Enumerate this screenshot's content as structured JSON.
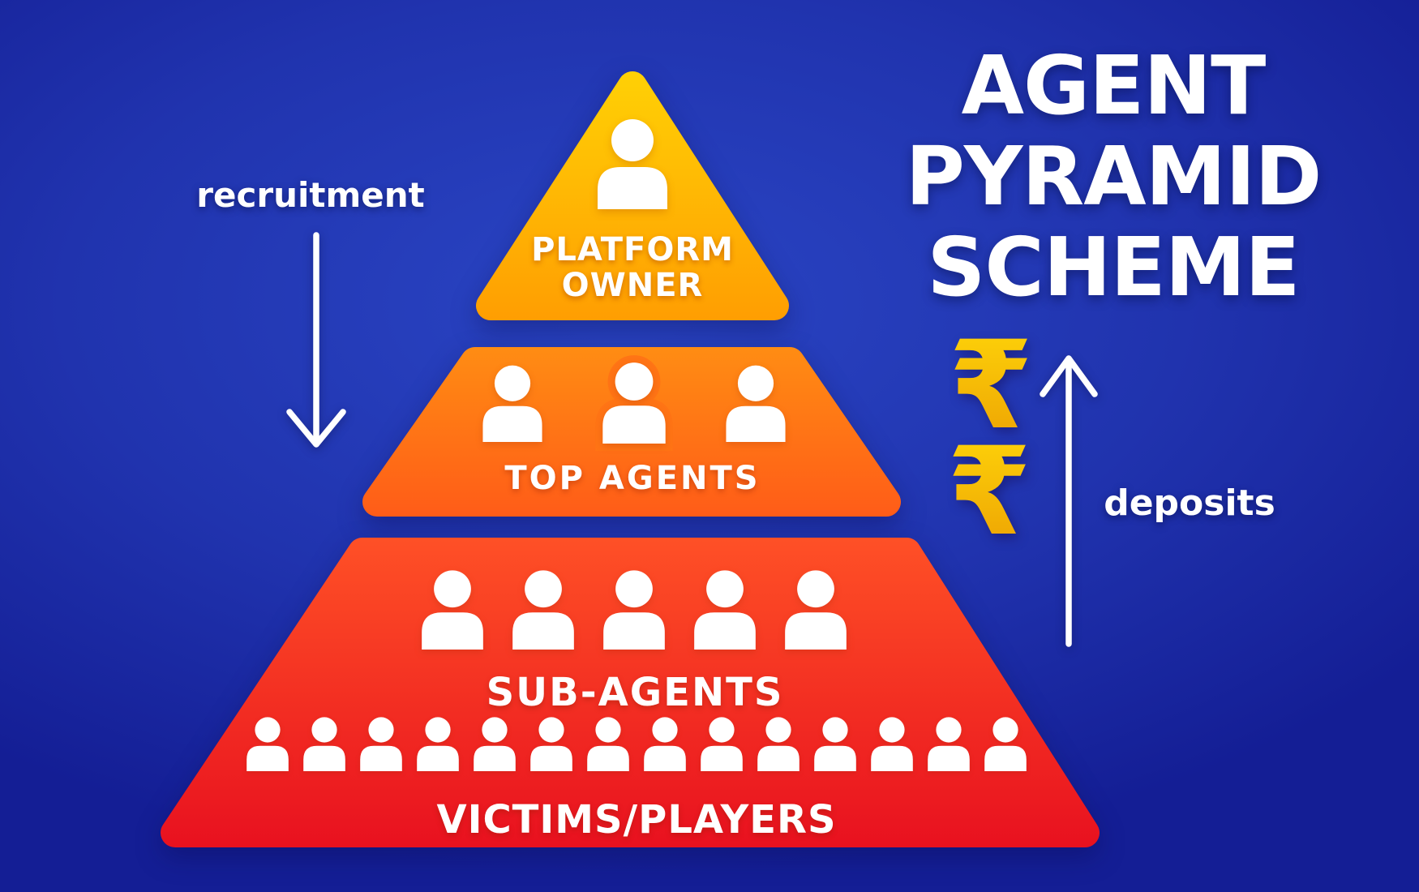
{
  "title": {
    "lines": [
      "AGENT",
      "PYRAMID",
      "SCHEME"
    ]
  },
  "flows": {
    "recruitment": {
      "label": "recruitment",
      "direction": "down"
    },
    "deposits": {
      "label": "deposits",
      "direction": "up",
      "currency_symbol": "₹",
      "currency_symbol_count": 2
    }
  },
  "pyramid": {
    "tiers": [
      {
        "id": "platform-owner",
        "label": "PLATFORM OWNER",
        "label_lines": [
          "PLATFORM",
          "OWNER"
        ],
        "person_count": 1,
        "colors": {
          "top": "#ffd105",
          "bottom": "#ff9d02"
        }
      },
      {
        "id": "top-agents",
        "label": "TOP AGENTS",
        "person_count": 3,
        "colors": {
          "top": "#ff8d13",
          "bottom": "#ff5a18",
          "middle_outline": "#ff7415"
        }
      },
      {
        "id": "bottom-tier",
        "colors": {
          "top": "#ff5126",
          "bottom": "#e8101f"
        },
        "groups": [
          {
            "id": "sub-agents",
            "label": "SUB-AGENTS",
            "person_count": 5
          },
          {
            "id": "victims",
            "label": "VICTIMS/PLAYERS",
            "person_count": 14
          }
        ]
      }
    ]
  },
  "icons": {
    "person": "person-icon",
    "recruitment_arrow": "arrow-down-icon",
    "deposits_arrow": "arrow-up-icon",
    "currency": "rupee-icon"
  },
  "colors": {
    "background_center": "#2a45c4",
    "background_mid": "#2033ae",
    "background_edge": "#141e95",
    "rupee_top": "#ffd60a",
    "rupee_bottom": "#ec9f02",
    "text": "#ffffff"
  }
}
